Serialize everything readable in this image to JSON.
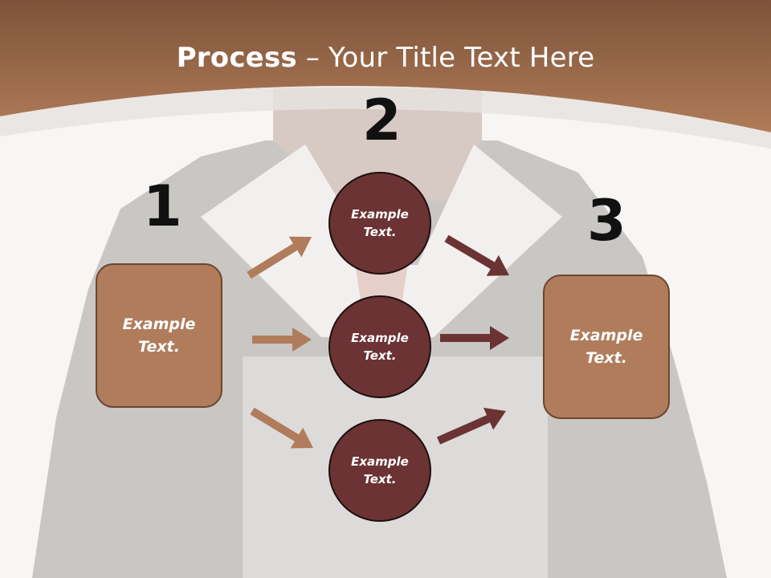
{
  "slide": {
    "title_bold": "Process",
    "title_rest": " – Your Title Text Here"
  },
  "steps": [
    {
      "number": "1",
      "text": "Example\nText."
    },
    {
      "number": "2",
      "circles": [
        "Example\nText.",
        "Example\nText.",
        "Example\nText."
      ]
    },
    {
      "number": "3",
      "text": "Example\nText."
    }
  ],
  "colors": {
    "header": "#a8714e",
    "box_fill": "#b07c5c",
    "circle_fill": "#6b3333",
    "arrow_left": "#b07c5c",
    "arrow_right": "#6b3333"
  }
}
